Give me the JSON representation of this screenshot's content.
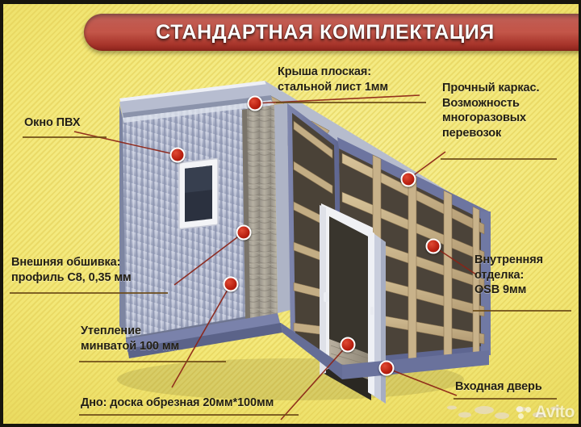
{
  "banner": {
    "title": "СТАНДАРТНАЯ КОМПЛЕКТАЦИЯ",
    "color": "#b8453a"
  },
  "callouts": [
    {
      "id": "roof",
      "text": "Крыша плоская:\nстальной лист 1мм"
    },
    {
      "id": "frame",
      "text": "Прочный каркас.\nВозможность\nмногоразовых\nперевозок"
    },
    {
      "id": "window",
      "text": "Окно ПВХ"
    },
    {
      "id": "cladding",
      "text": "Внешняя обшивка:\nпрофиль С8, 0,35 мм"
    },
    {
      "id": "insulation",
      "text": "Утепление\nминватой 100 мм"
    },
    {
      "id": "floor",
      "text": "Дно: доска обрезная 20мм*100мм"
    },
    {
      "id": "interior",
      "text": "Внутренняя\nотделка:\nOSB 9мм"
    },
    {
      "id": "door",
      "text": "Входная дверь"
    }
  ],
  "watermark": {
    "text": "Avito"
  },
  "theme": {
    "background": "#f3e878",
    "text": "#231f14",
    "marker": "#b81f10",
    "leader_line": "#8b2316"
  }
}
